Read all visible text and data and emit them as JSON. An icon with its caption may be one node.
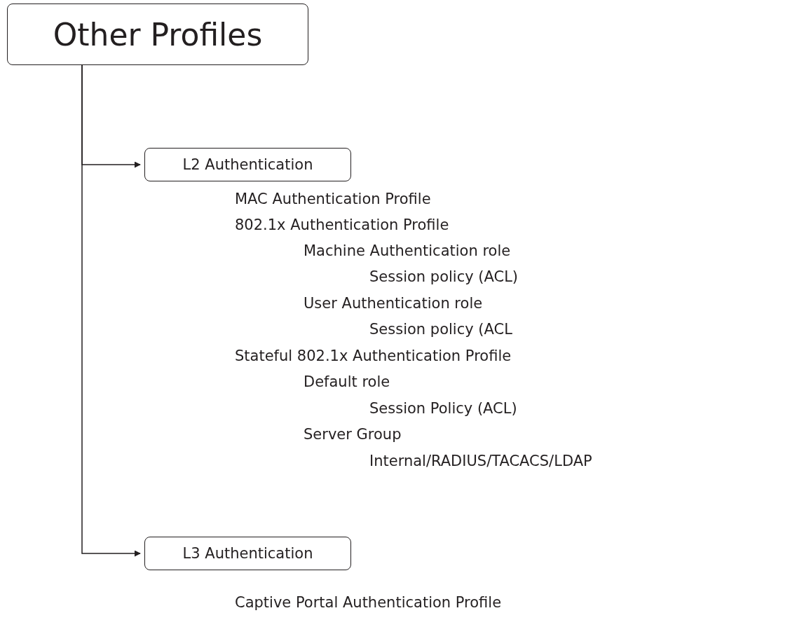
{
  "diagram": {
    "nodes": [
      {
        "text": [
          "Other Profiles"
        ]
      },
      {
        "text": [
          "L2 Authentication"
        ]
      },
      {
        "text": [
          "L3 Authentication"
        ]
      }
    ],
    "edges": [
      {
        "from": 0,
        "to": 1,
        "arrow": "to"
      },
      {
        "from": 0,
        "to": 2,
        "arrow": "to"
      }
    ],
    "labels": [
      "MAC Authentication Profile",
      "802.1x Authentication Profile",
      "Machine Authentication role",
      "Session policy (ACL)",
      "User Authentication role",
      "Session policy (ACL",
      "Stateful 802.1x Authentication Profile",
      "Default role",
      "Session Policy (ACL)",
      "Server Group",
      "Internal/RADIUS/TACACS/LDAP",
      "Captive Portal Authentication Profile"
    ]
  }
}
